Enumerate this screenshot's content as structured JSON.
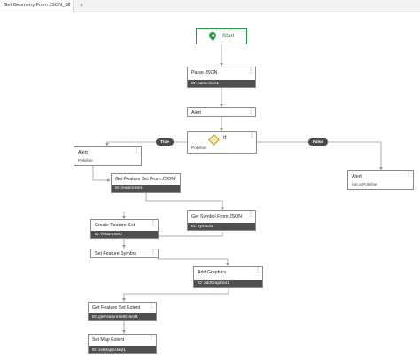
{
  "tab": {
    "title": "Get Geometry From JSON_02",
    "close": "×",
    "add": "+"
  },
  "menu_glyph": "⋮",
  "nodes": {
    "start": {
      "label": "Start"
    },
    "parse_json": {
      "title": "Parse JSON",
      "id": "ID: parseJson1"
    },
    "alert_top": {
      "title": "Alert"
    },
    "if_node": {
      "title": "If",
      "sub": "Polyline"
    },
    "alert_true": {
      "title": "Alert",
      "sub": "Polyline"
    },
    "alert_false": {
      "title": "Alert",
      "sub": "not a Polyline"
    },
    "get_feature_set": {
      "title": "Get Feature Set From JSON",
      "id": "ID: featureSet1"
    },
    "get_symbol": {
      "title": "Get Symbol From JSON",
      "id": "ID: symbol1"
    },
    "create_feature_set": {
      "title": "Create Feature Set",
      "id": "ID: featureSet2"
    },
    "set_feature_symbol": {
      "title": "Set Feature Symbol"
    },
    "add_graphics": {
      "title": "Add Graphics",
      "id": "ID: addGraphics1"
    },
    "get_feature_set_extent": {
      "title": "Get Feature Set Extent",
      "id": "ID: getFeatureSetExtent1"
    },
    "set_map_extent": {
      "title": "Set Map Extent",
      "id": "ID: setMapExtent1"
    }
  },
  "branches": {
    "true_label": "True",
    "false_label": "False"
  },
  "colors": {
    "start_border": "#2a9a4a",
    "id_bar": "#4f4f4f",
    "wire": "#9a9a9a"
  }
}
